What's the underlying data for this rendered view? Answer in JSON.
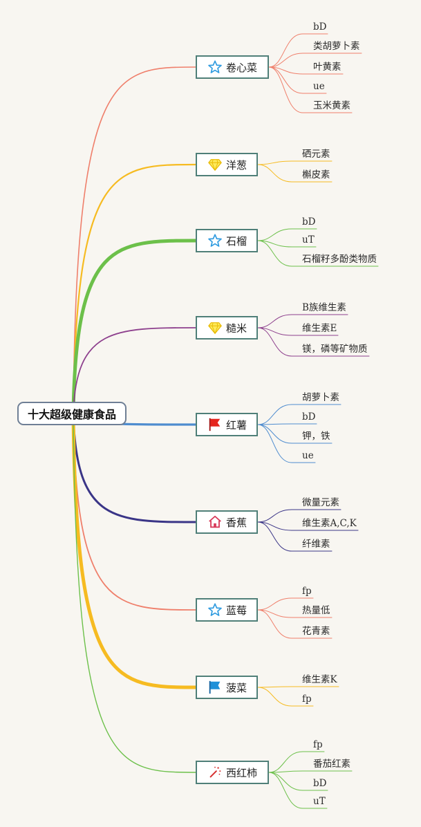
{
  "root": {
    "label": "十大超级健康食品"
  },
  "branches": [
    {
      "label": "卷心菜",
      "icon": "star-icon",
      "color": "#ef7f6b",
      "children": [
        "bD",
        "类胡萝卜素",
        "叶黄素",
        "ue",
        "玉米黄素"
      ]
    },
    {
      "label": "洋葱",
      "icon": "diamond-icon",
      "color": "#f6bb21",
      "children": [
        "硒元素",
        "槲皮素"
      ]
    },
    {
      "label": "石榴",
      "icon": "star-icon",
      "color": "#6cc04a",
      "children": [
        "bD",
        "uT",
        "石榴籽多酚类物质"
      ]
    },
    {
      "label": "糙米",
      "icon": "diamond-icon",
      "color": "#8d3f8d",
      "children": [
        "B族维生素",
        "维生素E",
        "镁，磷等矿物质"
      ]
    },
    {
      "label": "红薯",
      "icon": "red-flag-icon",
      "color": "#4e8ccf",
      "children": [
        "胡萝卜素",
        "bD",
        "钾，铁",
        "ue"
      ]
    },
    {
      "label": "香蕉",
      "icon": "house-icon",
      "color": "#3a3587",
      "children": [
        "微量元素",
        "维生素A,C,K",
        "纤维素"
      ]
    },
    {
      "label": "蓝莓",
      "icon": "star-icon",
      "color": "#ef7f6b",
      "children": [
        "fp",
        "热量低",
        "花青素"
      ]
    },
    {
      "label": "菠菜",
      "icon": "blue-flag-icon",
      "color": "#f6bb21",
      "children": [
        "维生素K",
        "fp"
      ]
    },
    {
      "label": "西红柿",
      "icon": "magic-wand-icon",
      "color": "#6cc04a",
      "children": [
        "fp",
        "番茄红素",
        "bD",
        "uT"
      ]
    }
  ]
}
